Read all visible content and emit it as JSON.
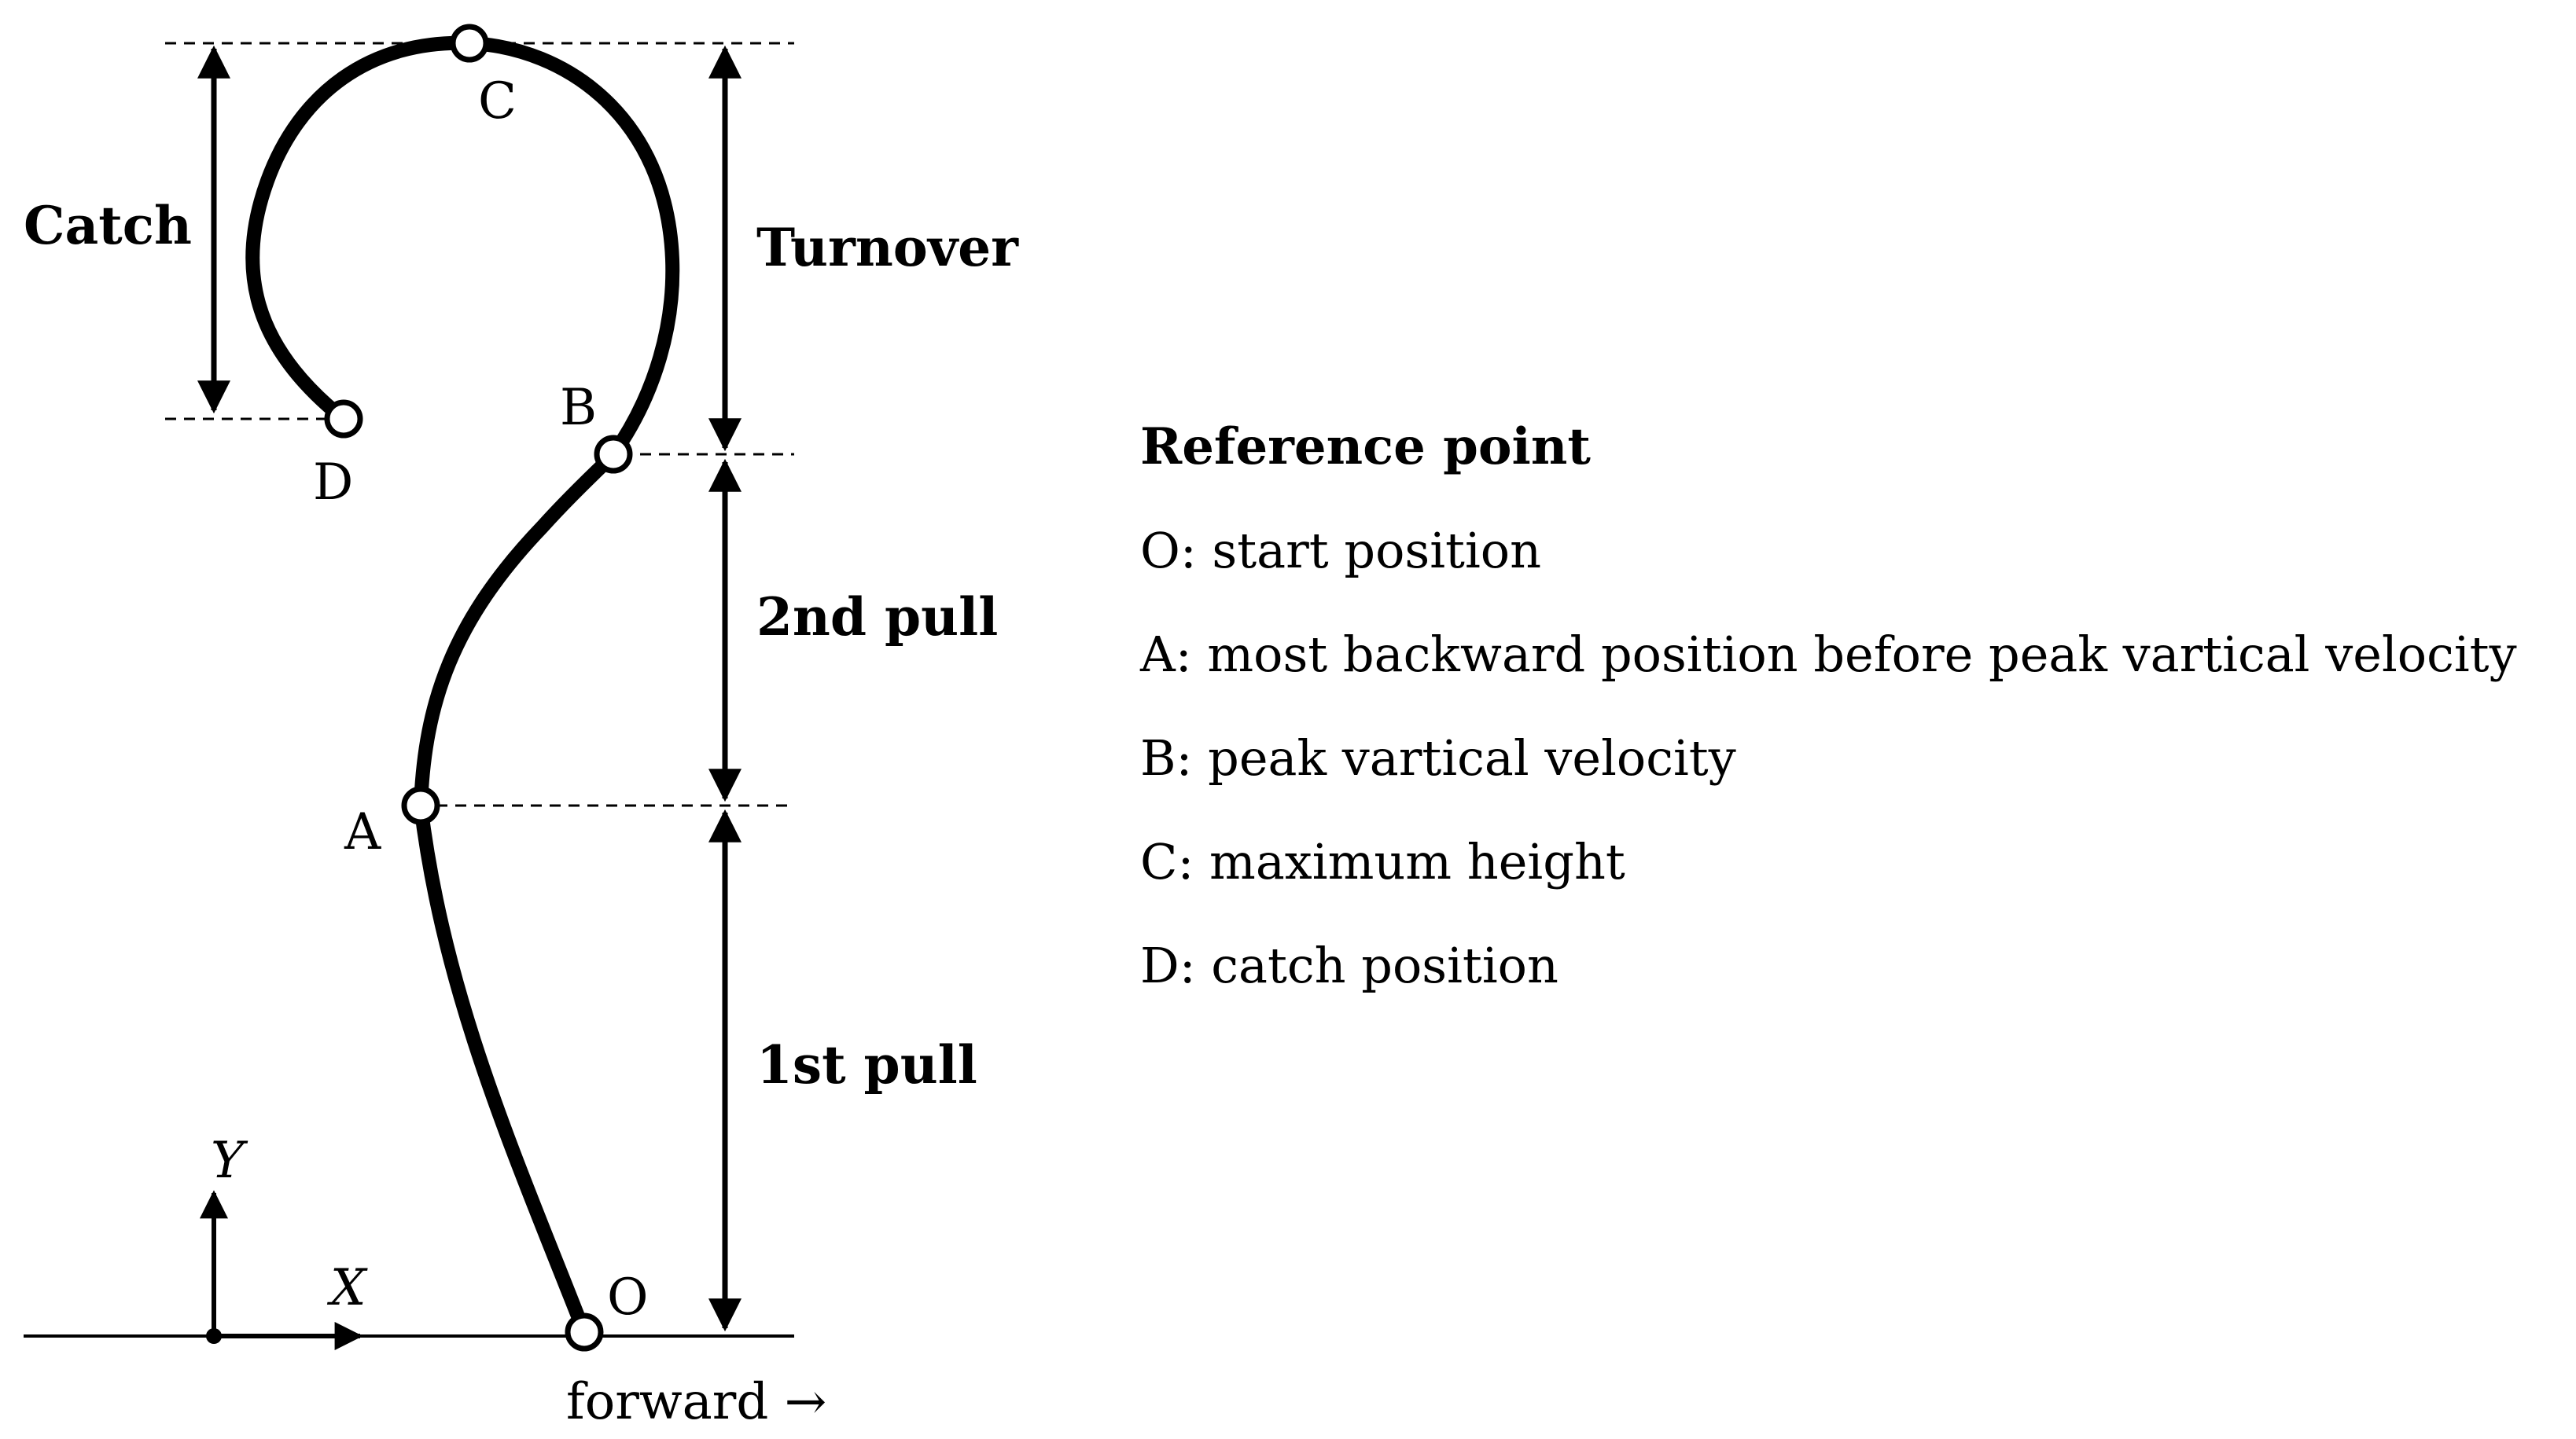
{
  "phases": {
    "catch": "Catch",
    "turnover": "Turnover",
    "second_pull": "2nd pull",
    "first_pull": "1st pull"
  },
  "points": {
    "O": "O",
    "A": "A",
    "B": "B",
    "C": "C",
    "D": "D"
  },
  "axes": {
    "x": "X",
    "y": "Y",
    "direction": "forward →"
  },
  "legend": {
    "title": "Reference point",
    "items": [
      "O: start position",
      "A: most backward position before peak vartical velocity",
      "B: peak vartical velocity",
      "C: maximum height",
      "D: catch position"
    ]
  },
  "colors": {
    "ink": "#000000",
    "background": "#ffffff"
  }
}
